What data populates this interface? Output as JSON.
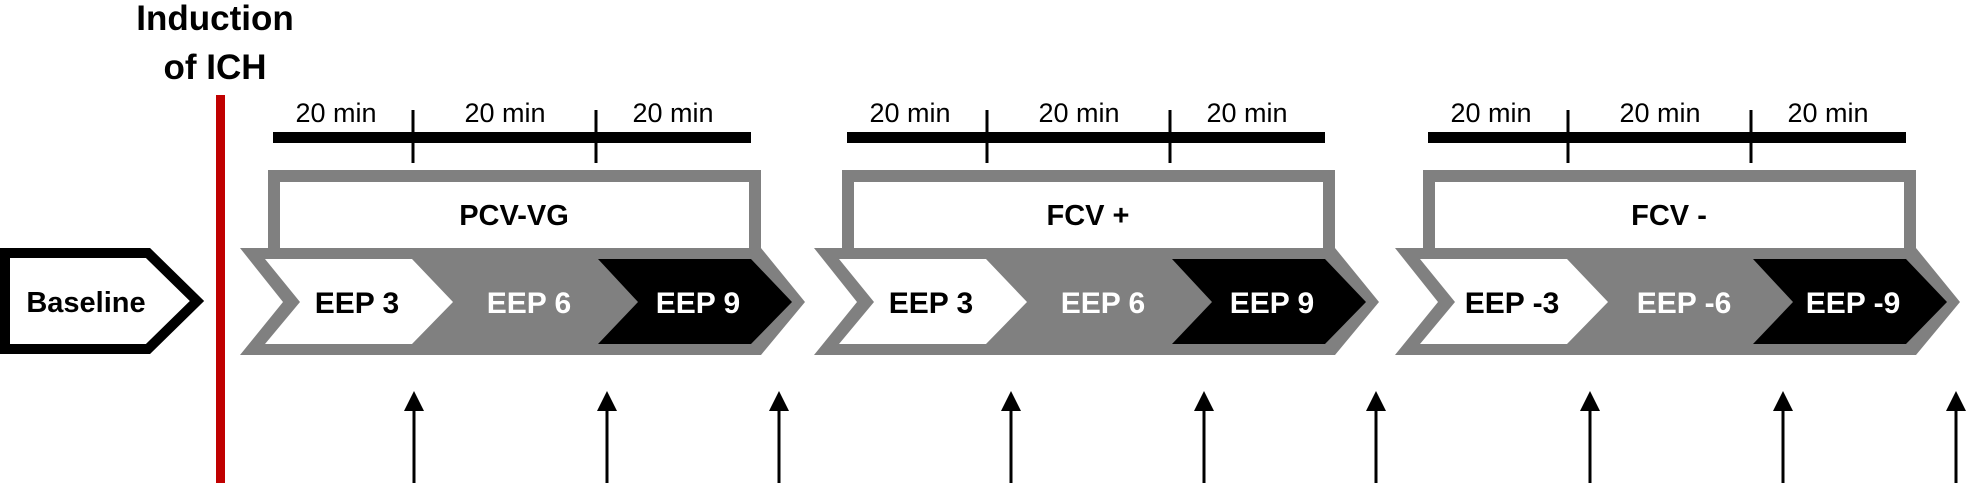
{
  "induction": {
    "line1": "Induction",
    "line2": "of ICH",
    "color": "#c00000"
  },
  "baseline": {
    "label": "Baseline"
  },
  "colors": {
    "frame_gray": "#808080",
    "step_light": "#ffffff",
    "step_mid": "#808080",
    "step_dark": "#000000"
  },
  "phases": [
    {
      "mode": "PCV-VG",
      "durations": [
        "20 min",
        "20 min",
        "20 min"
      ],
      "steps": [
        "EEP 3",
        "EEP 6",
        "EEP 9"
      ]
    },
    {
      "mode": "FCV +",
      "durations": [
        "20 min",
        "20 min",
        "20 min"
      ],
      "steps": [
        "EEP 3",
        "EEP 6",
        "EEP 9"
      ]
    },
    {
      "mode": "FCV -",
      "durations": [
        "20 min",
        "20 min",
        "20 min"
      ],
      "steps": [
        "EEP -3",
        "EEP -6",
        "EEP -9"
      ]
    }
  ],
  "measurement_arrows": {
    "count": 9,
    "icon": "arrow-up-icon"
  }
}
